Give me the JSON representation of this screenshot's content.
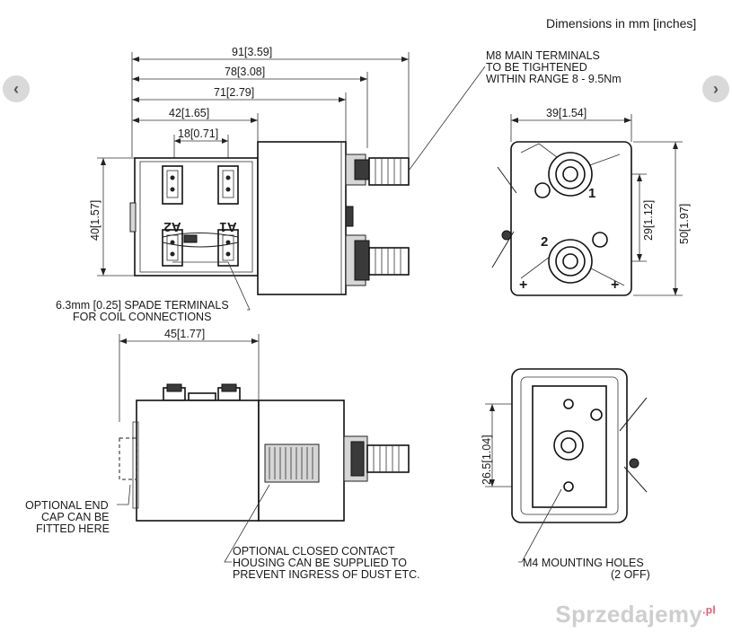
{
  "header": {
    "units_note": "Dimensions in mm [inches]"
  },
  "nav": {
    "prev_glyph": "‹",
    "next_glyph": "›"
  },
  "dims": {
    "d91": {
      "mm": "91",
      "in": "3.59"
    },
    "d78": {
      "mm": "78",
      "in": "3.08"
    },
    "d71": {
      "mm": "71",
      "in": "2.79"
    },
    "d42": {
      "mm": "42",
      "in": "1.65"
    },
    "d18": {
      "mm": "18",
      "in": "0.71"
    },
    "d40": {
      "mm": "40",
      "in": "1.57"
    },
    "d39": {
      "mm": "39",
      "in": "1.54"
    },
    "d29": {
      "mm": "29",
      "in": "1.12"
    },
    "d50": {
      "mm": "50",
      "in": "1.97"
    },
    "d45": {
      "mm": "45",
      "in": "1.77"
    },
    "d265": {
      "mm": "26.5",
      "in": "1.04"
    }
  },
  "terminal_labels": {
    "a2": "A2",
    "a1": "A1",
    "t1": "1",
    "t2": "2"
  },
  "notes": {
    "main_terminals": [
      "M8 MAIN TERMINALS",
      "TO BE TIGHTENED",
      "WITHIN RANGE 8 - 9.5Nm"
    ],
    "spade": [
      "6.3mm [0.25] SPADE  TERMINALS",
      "FOR COIL CONNECTIONS"
    ],
    "end_cap": [
      "OPTIONAL END",
      "CAP CAN BE",
      "FITTED HERE"
    ],
    "housing": [
      "OPTIONAL CLOSED CONTACT",
      "HOUSING CAN BE SUPPLIED TO",
      "PREVENT INGRESS OF DUST ETC."
    ],
    "mounting": [
      "M4 MOUNTING HOLES",
      "(2 OFF)"
    ]
  },
  "watermark": {
    "text": "Sprzedajemy",
    "suffix": ".pl"
  },
  "colors": {
    "line": "#222222",
    "background": "#ffffff",
    "nav": "#d9d9d9",
    "watermark": "#bebebe",
    "watermark_accent": "#e85a6a"
  }
}
